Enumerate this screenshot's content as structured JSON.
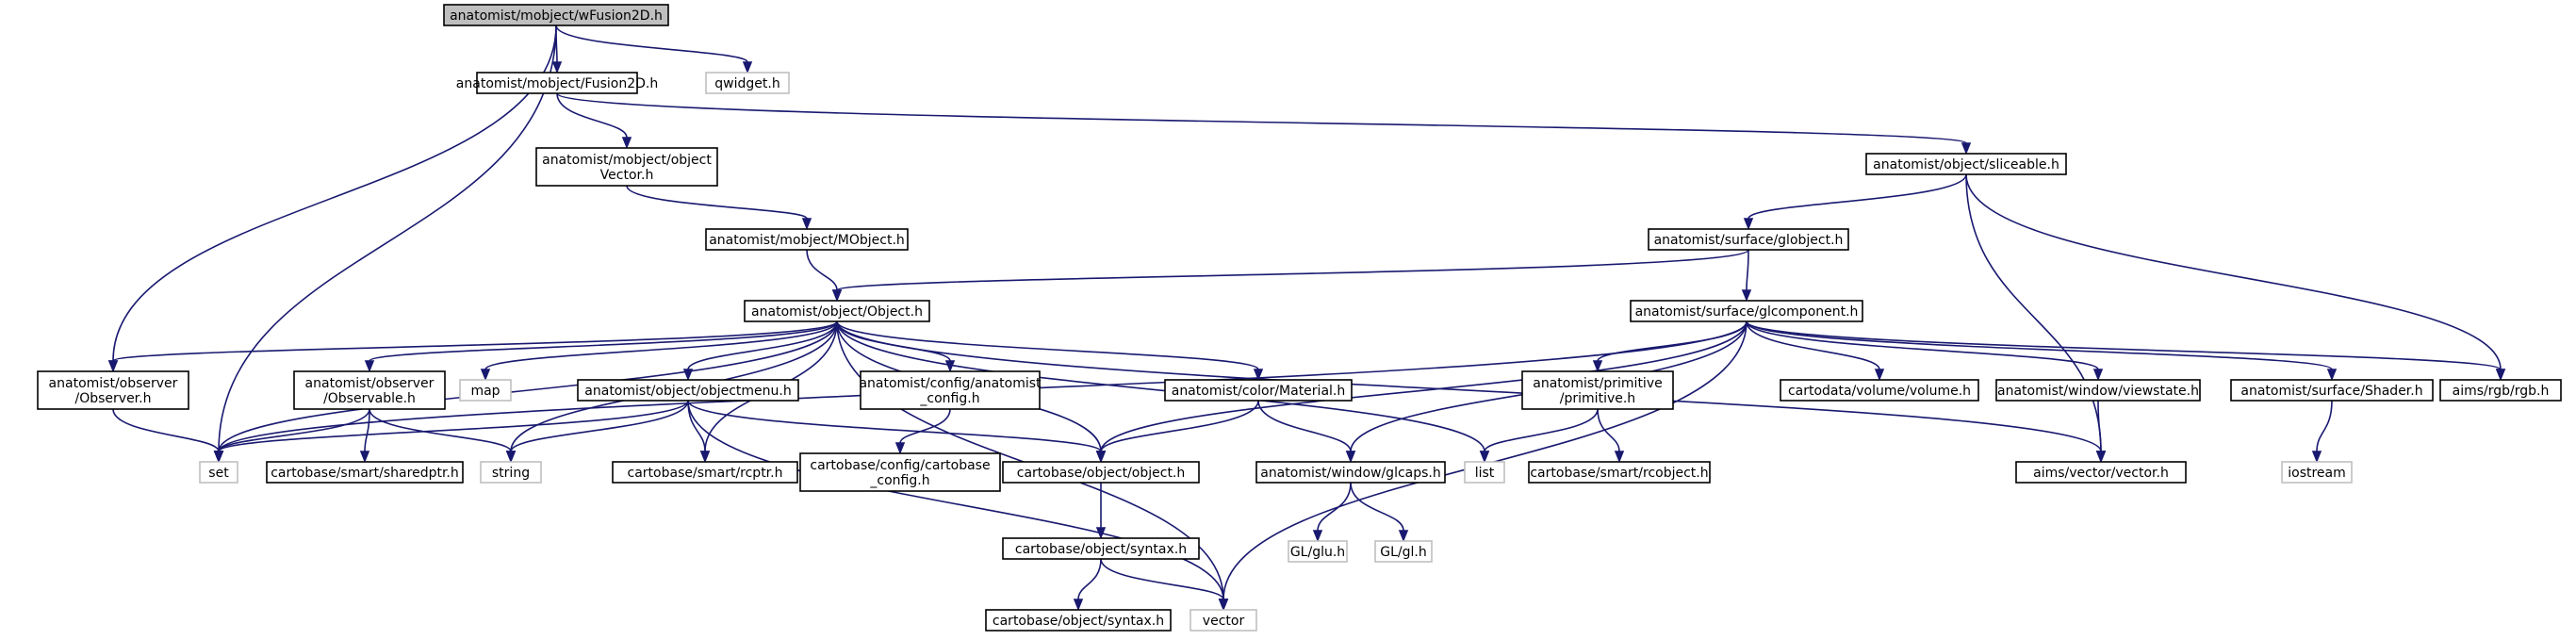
{
  "colors": {
    "edge": "#191970",
    "node_border": "#000000",
    "external_border": "#bfbfbf",
    "root_fill": "#bfbfbf",
    "node_fill": "#ffffff"
  },
  "nodes": {
    "wfusion2d": {
      "lines": [
        "anatomist/mobject/wFusion2D.h"
      ],
      "kind": "root"
    },
    "qwidget": {
      "lines": [
        "qwidget.h"
      ],
      "kind": "external"
    },
    "fusion2d": {
      "lines": [
        "anatomist/mobject/Fusion2D.h"
      ],
      "kind": "file"
    },
    "objectvector": {
      "lines": [
        "anatomist/mobject/object",
        "Vector.h"
      ],
      "kind": "file"
    },
    "mobject": {
      "lines": [
        "anatomist/mobject/MObject.h"
      ],
      "kind": "file"
    },
    "objecth": {
      "lines": [
        "anatomist/object/Object.h"
      ],
      "kind": "file"
    },
    "sliceable": {
      "lines": [
        "anatomist/object/sliceable.h"
      ],
      "kind": "file"
    },
    "globject": {
      "lines": [
        "anatomist/surface/globject.h"
      ],
      "kind": "file"
    },
    "glcomponent": {
      "lines": [
        "anatomist/surface/glcomponent.h"
      ],
      "kind": "file"
    },
    "observer": {
      "lines": [
        "anatomist/observer",
        "/Observer.h"
      ],
      "kind": "file"
    },
    "observable": {
      "lines": [
        "anatomist/observer",
        "/Observable.h"
      ],
      "kind": "file"
    },
    "map": {
      "lines": [
        "map"
      ],
      "kind": "external"
    },
    "objectmenu": {
      "lines": [
        "anatomist/object/objectmenu.h"
      ],
      "kind": "file"
    },
    "config": {
      "lines": [
        "anatomist/config/anatomist",
        "_config.h"
      ],
      "kind": "file"
    },
    "material": {
      "lines": [
        "anatomist/color/Material.h"
      ],
      "kind": "file"
    },
    "primitive": {
      "lines": [
        "anatomist/primitive",
        "/primitive.h"
      ],
      "kind": "file"
    },
    "volume": {
      "lines": [
        "cartodata/volume/volume.h"
      ],
      "kind": "file"
    },
    "viewstate": {
      "lines": [
        "anatomist/window/viewstate.h"
      ],
      "kind": "file"
    },
    "shader": {
      "lines": [
        "anatomist/surface/Shader.h"
      ],
      "kind": "file"
    },
    "rgb": {
      "lines": [
        "aims/rgb/rgb.h"
      ],
      "kind": "file"
    },
    "set": {
      "lines": [
        "set"
      ],
      "kind": "external"
    },
    "sharedptr": {
      "lines": [
        "cartobase/smart/sharedptr.h"
      ],
      "kind": "file"
    },
    "string": {
      "lines": [
        "string"
      ],
      "kind": "external"
    },
    "rcptr": {
      "lines": [
        "cartobase/smart/rcptr.h"
      ],
      "kind": "file"
    },
    "cartobaseconfig": {
      "lines": [
        "cartobase/config/cartobase",
        "_config.h"
      ],
      "kind": "file"
    },
    "cbobject": {
      "lines": [
        "cartobase/object/object.h"
      ],
      "kind": "file"
    },
    "glcaps": {
      "lines": [
        "anatomist/window/glcaps.h"
      ],
      "kind": "file"
    },
    "list": {
      "lines": [
        "list"
      ],
      "kind": "external"
    },
    "rcobject": {
      "lines": [
        "cartobase/smart/rcobject.h"
      ],
      "kind": "file"
    },
    "vectorh": {
      "lines": [
        "aims/vector/vector.h"
      ],
      "kind": "file"
    },
    "iostream": {
      "lines": [
        "iostream"
      ],
      "kind": "external"
    },
    "syntax": {
      "lines": [
        "cartobase/object/syntax.h"
      ],
      "kind": "file"
    },
    "glu": {
      "lines": [
        "GL/glu.h"
      ],
      "kind": "external"
    },
    "gl": {
      "lines": [
        "GL/gl.h"
      ],
      "kind": "external"
    },
    "syntax2": {
      "lines": [
        "cartobase/object/syntax.h"
      ],
      "kind": "file"
    },
    "vector": {
      "lines": [
        "vector"
      ],
      "kind": "external"
    }
  }
}
